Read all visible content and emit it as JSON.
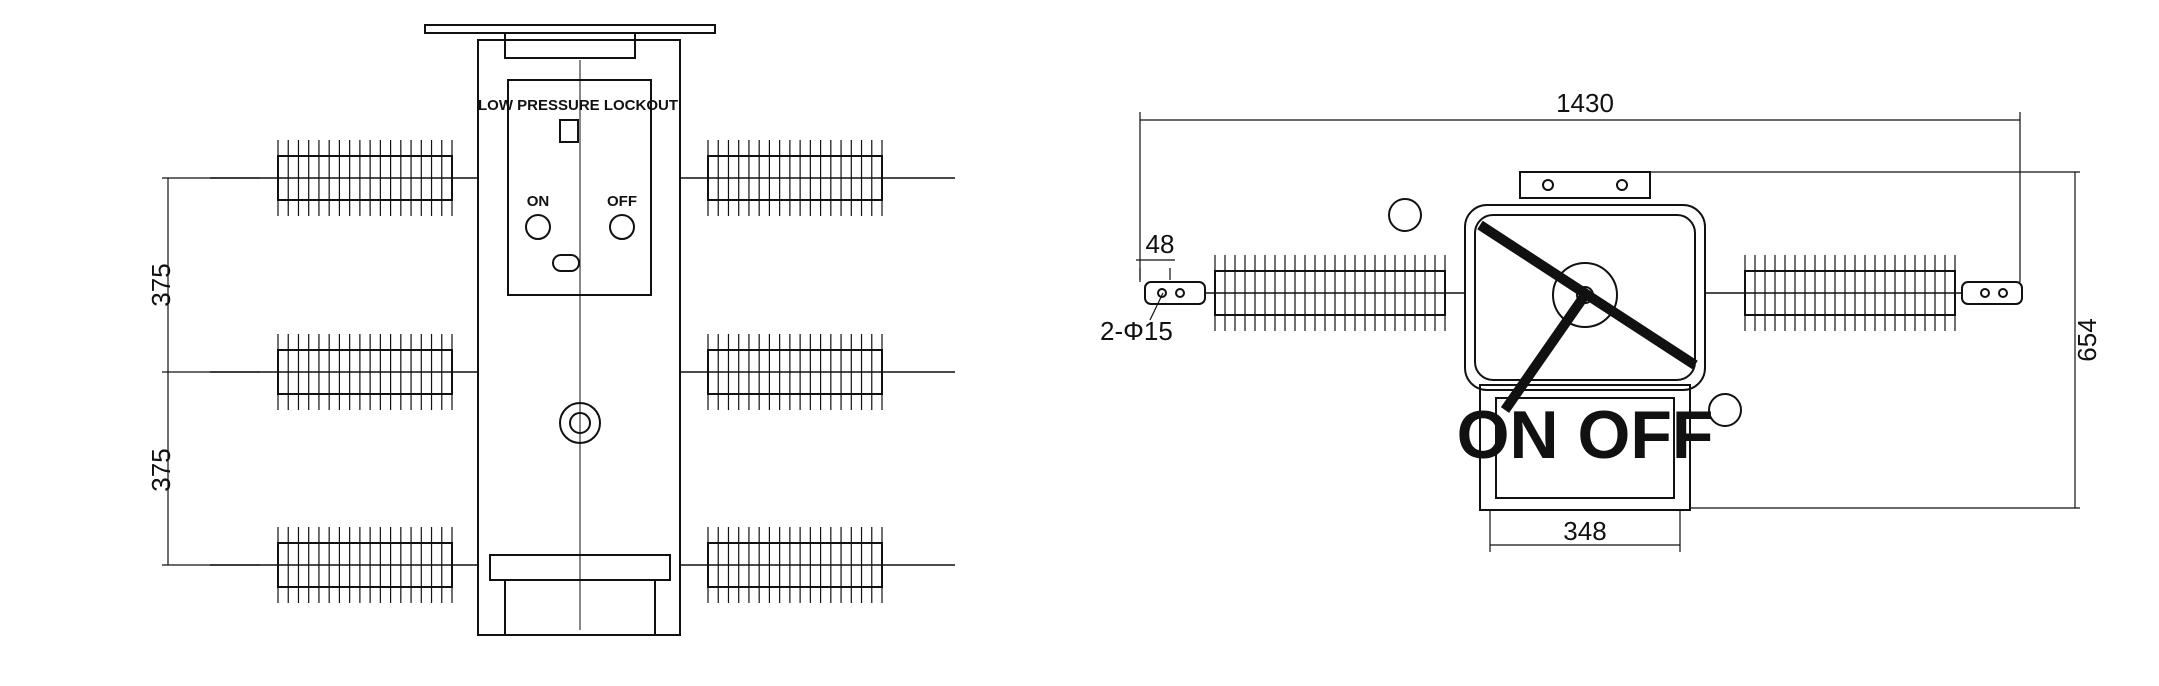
{
  "front_view": {
    "panel_label": "LOW PRESSURE LOCKOUT",
    "on_label": "ON",
    "off_label": "OFF",
    "dim_phase_spacing_upper": "375",
    "dim_phase_spacing_lower": "375"
  },
  "side_view": {
    "dim_overall_length": "1430",
    "dim_terminal_width": "48",
    "dim_hole_spec": "2-Φ15",
    "dim_height": "654",
    "dim_base_width": "348",
    "indicator_text": "ON OFF"
  },
  "colors": {
    "line": "#111111",
    "background": "#ffffff"
  }
}
